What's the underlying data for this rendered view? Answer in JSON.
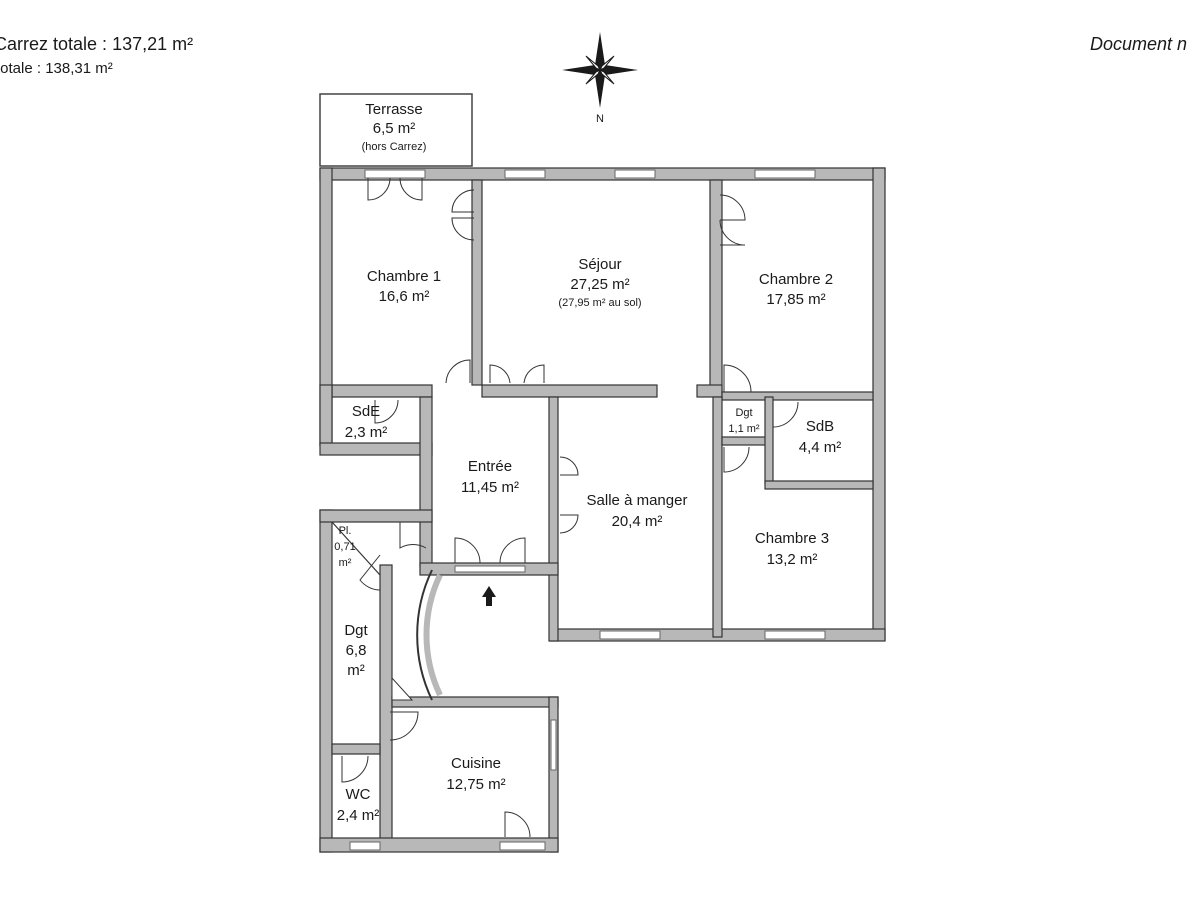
{
  "header": {
    "area_carrez_label": "Carrez totale :",
    "area_carrez_value": "137,21 m²",
    "area_total_label": "totale :",
    "area_total_value": "138,31 m²",
    "document_label": "Document n"
  },
  "compass": {
    "north_label": "N"
  },
  "rooms": {
    "terrasse": {
      "name": "Terrasse",
      "area": "6,5 m²",
      "note": "(hors Carrez)"
    },
    "chambre1": {
      "name": "Chambre 1",
      "area": "16,6 m²"
    },
    "sejour": {
      "name": "Séjour",
      "area": "27,25 m²",
      "note": "(27,95 m² au sol)"
    },
    "chambre2": {
      "name": "Chambre 2",
      "area": "17,85 m²"
    },
    "sde": {
      "name": "SdE",
      "area": "2,3 m²"
    },
    "entree": {
      "name": "Entrée",
      "area": "11,45 m²"
    },
    "salle": {
      "name": "Salle à manger",
      "area": "20,4 m²"
    },
    "dgt_small": {
      "name": "Dgt",
      "area": "1,1 m²"
    },
    "sdb": {
      "name": "SdB",
      "area": "4,4 m²"
    },
    "chambre3": {
      "name": "Chambre 3",
      "area": "13,2 m²"
    },
    "placard": {
      "name": "Pl.",
      "area_line1": "0,71",
      "area_line2": "m²"
    },
    "dgt": {
      "name": "Dgt",
      "area_line1": "6,8",
      "area_line2": "m²"
    },
    "cuisine": {
      "name": "Cuisine",
      "area": "12,75 m²"
    },
    "wc": {
      "name": "WC",
      "area": "2,4 m²"
    }
  }
}
